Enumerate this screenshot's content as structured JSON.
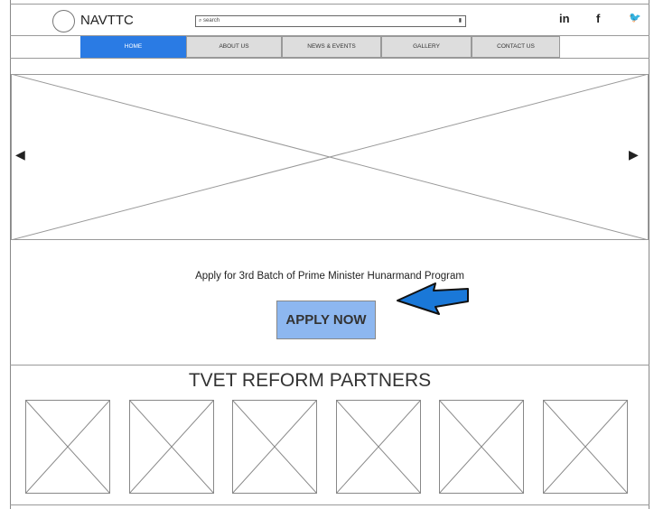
{
  "header": {
    "logo_text": "NAVTTC",
    "search_placeholder": "search",
    "social": [
      "in",
      "f",
      "🐦"
    ]
  },
  "nav": {
    "items": [
      "HOME",
      "ABOUT US",
      "NEWS & EVENTS",
      "GALLERY",
      "CONTACT US"
    ],
    "active": "HOME"
  },
  "banner": {
    "prev_icon": "◀",
    "next_icon": "▶"
  },
  "apply": {
    "text": "Apply for 3rd Batch of Prime Minister Hunarmand Program",
    "button": "APPLY NOW"
  },
  "partners": {
    "title": "TVET REFORM PARTNERS",
    "count": 6
  },
  "colors": {
    "accent": "#2a7be4",
    "button": "#8db7f0",
    "arrow": "#1a78d8"
  }
}
